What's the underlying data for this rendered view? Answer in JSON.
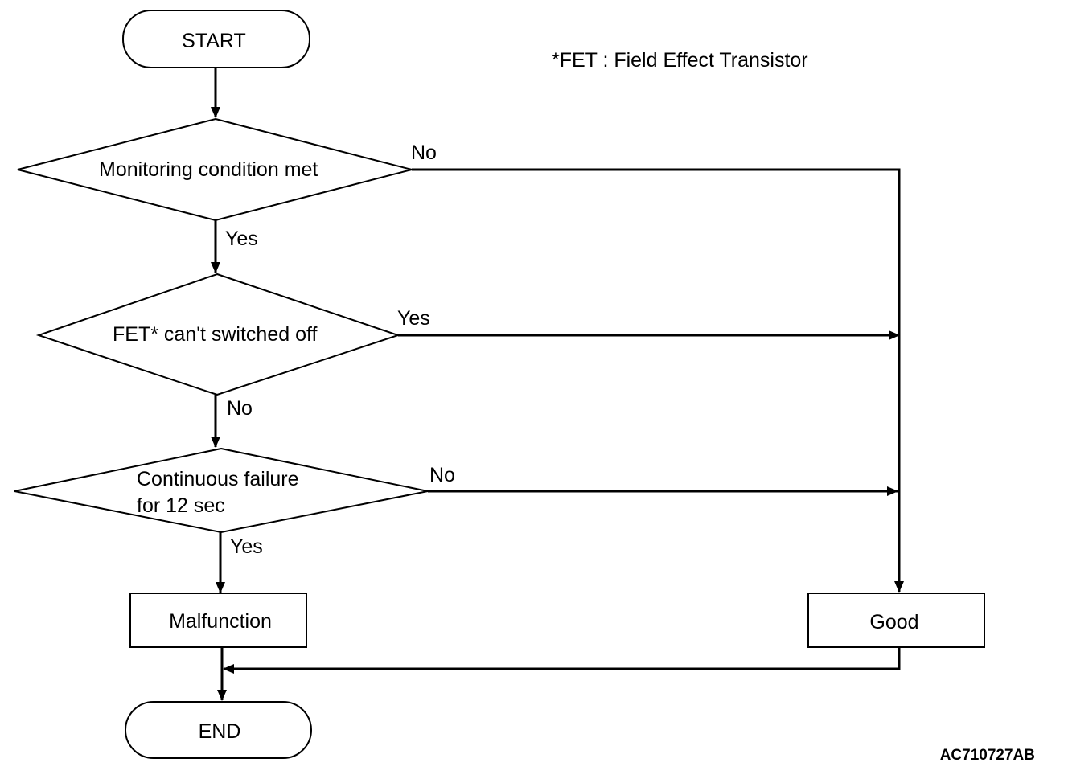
{
  "nodes": {
    "start": "START",
    "decision_monitoring": "Monitoring condition met",
    "decision_fet": "FET* can't switched off",
    "decision_continuous_line1": "Continuous failure",
    "decision_continuous_line2": "for 12 sec",
    "malfunction": "Malfunction",
    "good": "Good",
    "end": "END"
  },
  "edge_labels": {
    "monitoring_no": "No",
    "monitoring_yes": "Yes",
    "fet_yes": "Yes",
    "fet_no": "No",
    "continuous_no": "No",
    "continuous_yes": "Yes"
  },
  "note": "*FET : Field Effect Transistor",
  "figure_code": "AC710727AB"
}
